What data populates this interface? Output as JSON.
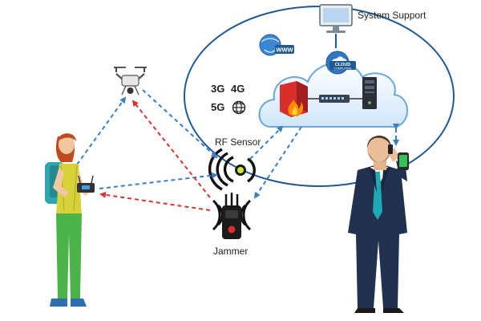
{
  "labels": {
    "system_support": "System Support",
    "www": "WWW",
    "cloud_line1": "CLOUD",
    "cloud_line2": "COMPUTING",
    "net_3g": "3G",
    "net_4g": "4G",
    "net_5g": "5G",
    "rf_sensor": "RF Sensor",
    "jammer": "Jammer"
  },
  "colors": {
    "ellipse_stroke": "#1f5a94",
    "blue_link": "#3a7fc4",
    "red_link": "#d9342b",
    "cloud_fill": "#dbeeff",
    "firewall_red": "#d92e2e",
    "flame": "#ff8a00",
    "sensor_yellow": "#c8e63a",
    "suit_navy": "#22314f",
    "tie_teal": "#1ea9b6",
    "vest_yellow": "#d8d23a",
    "pants_green": "#4cb24a",
    "backpack_teal": "#2fa7b0",
    "phone_green": "#3bbf5a"
  },
  "icons": [
    "monitor-icon",
    "www-globe-icon",
    "cloud-computing-icon",
    "firewall-icon",
    "network-switch-icon",
    "server-tower-icon",
    "globe-icon",
    "drone-icon",
    "rf-sensor-icon",
    "jammer-icon",
    "smartphone-icon"
  ]
}
